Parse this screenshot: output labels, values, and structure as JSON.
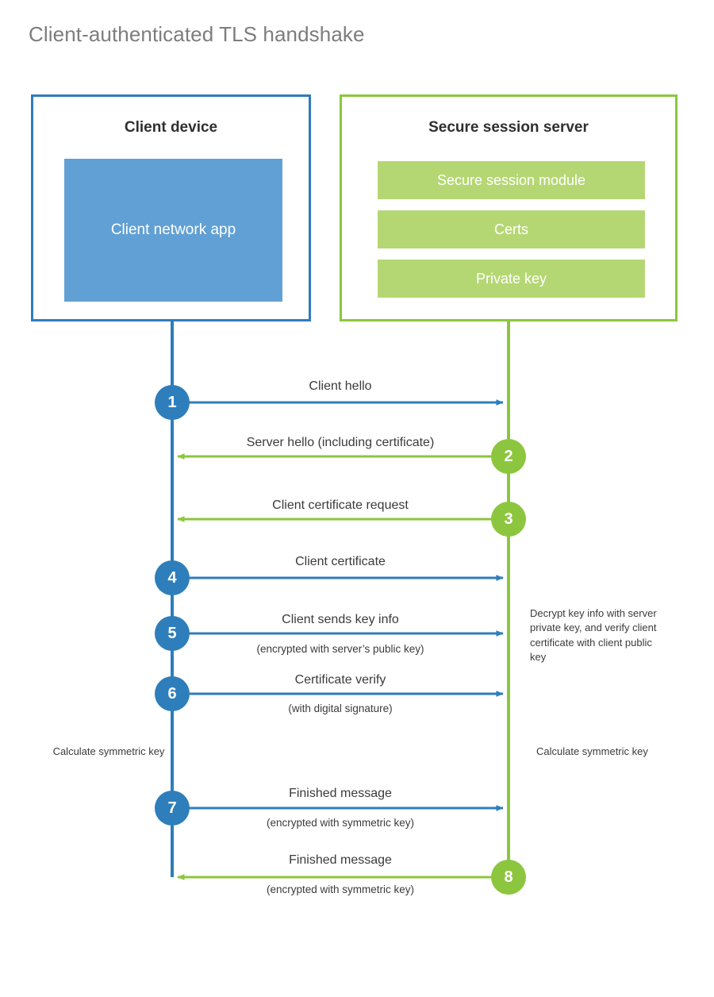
{
  "title": "Client-authenticated TLS handshake",
  "colors": {
    "client_blue": "#2e7ebb",
    "client_border": "#2f7cbd",
    "client_app_fill": "#61a0d4",
    "server_green": "#8cc63e",
    "server_bar_fill": "#b5d773",
    "title_gray": "#7d7d7d",
    "text_dark": "#3b3b3b"
  },
  "parties": {
    "client": {
      "title": "Client device",
      "app_label": "Client network app"
    },
    "server": {
      "title": "Secure session server",
      "components": [
        "Secure session module",
        "Certs",
        "Private key"
      ]
    }
  },
  "steps": [
    {
      "number": "1",
      "side": "client",
      "direction": "to-server",
      "label": "Client hello",
      "sub": ""
    },
    {
      "number": "2",
      "side": "server",
      "direction": "to-client",
      "label": "Server hello (including certificate)",
      "sub": ""
    },
    {
      "number": "3",
      "side": "server",
      "direction": "to-client",
      "label": "Client certificate request",
      "sub": ""
    },
    {
      "number": "4",
      "side": "client",
      "direction": "to-server",
      "label": "Client certificate",
      "sub": ""
    },
    {
      "number": "5",
      "side": "client",
      "direction": "to-server",
      "label": "Client sends key info",
      "sub": "(encrypted with server’s public key)"
    },
    {
      "number": "6",
      "side": "client",
      "direction": "to-server",
      "label": "Certificate verify",
      "sub": "(with digital signature)"
    },
    {
      "number": "7",
      "side": "client",
      "direction": "to-server",
      "label": "Finished message",
      "sub": "(encrypted with symmetric key)"
    },
    {
      "number": "8",
      "side": "server",
      "direction": "to-client",
      "label": "Finished message",
      "sub": "(encrypted with symmetric key)"
    }
  ],
  "notes": {
    "server_decrypt": "Decrypt key info with server private key, and verify client certificate with client public key",
    "client_calculate": "Calculate symmetric key",
    "server_calculate": "Calculate symmetric key"
  }
}
